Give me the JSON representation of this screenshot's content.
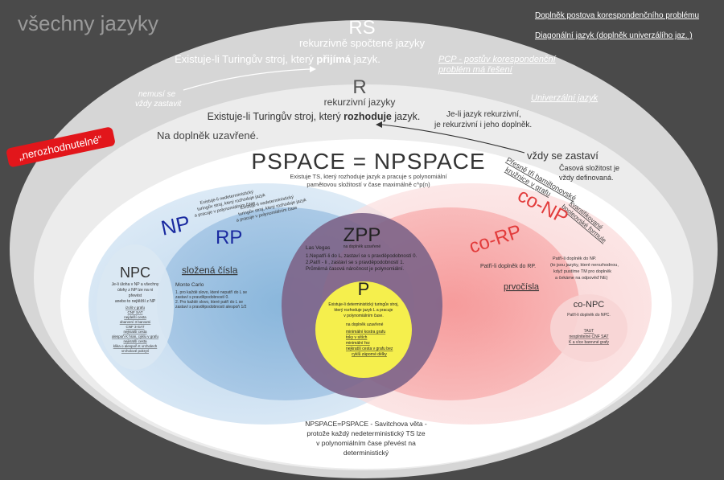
{
  "title": "všechny jazyky",
  "top_right": {
    "link1": "Doplněk postova korespondenčního problému",
    "link2": "Diagonální jazyk (doplněk univerzálího jaz. )"
  },
  "rs": {
    "title": "RS",
    "subtitle": "rekurzivně spočtené jazyky",
    "def_pre": "Existuje-li Turingův stroj, který ",
    "def_bold": "přijímá",
    "def_post": " jazyk.",
    "pcp_line1": "PCP - postův korespondenční",
    "pcp_line2": "problém má řešení",
    "universal": "Univerzální jazyk",
    "not_halt_line1": "nemusí se",
    "not_halt_line2": "vždy zastavit"
  },
  "undecidable_badge": "„nerozhodnutelné“",
  "r": {
    "title": "R",
    "subtitle": "rekurzivní jazyky",
    "def_pre": "Existuje-li Turingův stroj, který ",
    "def_bold": "rozhoduje",
    "def_post": " jazyk.",
    "closure": "Na doplněk uzavřené.",
    "complement_line1": "Je-li jazyk rekurzivní,",
    "complement_line2": "je rekurzivní i jeho doplněk.",
    "halts": "vždy se zastaví",
    "time_line1": "Časová složitost je",
    "time_line2": "vždy definovaná."
  },
  "pspace": {
    "title": "PSPACE = NPSPACE",
    "desc_line1": "Existuje TS, který rozhoduje jazyk a pracuje s polynomiální",
    "desc_line2": "pamětovou složitostí v čase maximálně c^p(n)",
    "ham_line1": "Přesně tři hamiltonovské",
    "ham_line2": "kružnice v grafu",
    "quant_line1": "kvantifikované",
    "quant_line2": "booleovské formule",
    "savitch_line1": "NPSPACE=PSPACE - Savitchova věta -",
    "savitch_line2": "protože každý nedeterministický TS lze",
    "savitch_line3": "v polynomiálním čase převést na",
    "savitch_line4": "deterministický"
  },
  "np": {
    "title": "NP",
    "desc_line1": "Existuje-li nedeterministický",
    "desc_line2": "turingův stroj, který rozhoduje jazyk",
    "desc_line3": "a pracuje v polynomiálním čase"
  },
  "npc": {
    "title": "NPC",
    "desc": [
      "Je-li úloha v NP a všechny",
      "úlohy z NP lze na ni",
      "převést",
      "anebo to nejtěžší z NP"
    ],
    "links": [
      "izolit v grafu",
      "CNF SAT",
      "nejdelší cesta",
      "obarvení 3 barvami",
      "CNF 3-SAT",
      "nejkratší cesta",
      "alespoň K hran, cyklu v grafu",
      "nejkratší cesta",
      "klika o alespoň K vrcholech",
      "vrcholové pokrytí"
    ]
  },
  "rp": {
    "title": "RP",
    "desc_line1": "Existuje-li nedeterministický",
    "desc_line2": "turingův stroj, který rozhoduje jazyk",
    "desc_line3": "a pracuje v polynomiálním čase",
    "item": "složená čísla",
    "mc_title": "Monte Carlo",
    "mc_line1": "1. pro každé slovo, které nepatří do L se",
    "mc_line2": "zastaví s pravděpodobností 0.",
    "mc_line3": "2. Pro každé slovo, které patří do L se",
    "mc_line4": "zastaví s pravděpodobností alespoň 1/2"
  },
  "zpp": {
    "title": "ZPP",
    "subtitle": "na doplněk uzavřené",
    "lv_title": "Las Vegas",
    "lv_line1": "1.Nepatří-li do L, zastaví se s pravděpodobností 0.",
    "lv_line2": "2.Patří - li , zastaví se s pravděpodobností 1.",
    "lv_line3": "Průměrná časová náročnost je polynomiální."
  },
  "p": {
    "title": "P",
    "desc_line1": "Existuje-li deterministický turingův stroj,",
    "desc_line2": "který rozhoduje jazyk L a pracuje",
    "desc_line3": "v polynomiálním čase.",
    "closure": "na doplněk uzavřené",
    "links": [
      "minimální kostra grafu",
      "toky v sítích",
      "minimální řez",
      "nejkratší cesta v grafu bez",
      "cyklů záporné délky"
    ]
  },
  "corp": {
    "title": "co-RP",
    "desc": "Patří-li doplněk do RP.",
    "item": "prvočísla"
  },
  "conp": {
    "title": "co-NP",
    "desc_line1": "Patří-li doplněk do NP.",
    "desc_line2": "(to jsou jazyky, které nerozhodnou,",
    "desc_line3": "když pustíme TM pro doplněk",
    "desc_line4": "a čekáme na odpověď NE)"
  },
  "conpc": {
    "title": "co-NPC",
    "desc": "Patří-li doplněk do NPC.",
    "link1": "TAUT",
    "link2": "nesplnitelné CNF SAT",
    "link3": "K a více barevné grafy"
  },
  "colors": {
    "background": "#4a4a4a",
    "rs_fill": "#d6d6d6",
    "r_fill": "#eeeeee",
    "pspace_fill": "#ffffff",
    "np_blue": "#1a2aa0",
    "corp_red": "#e23b3b",
    "p_yellow": "#f5ef4d",
    "badge_red": "#e2161b"
  }
}
